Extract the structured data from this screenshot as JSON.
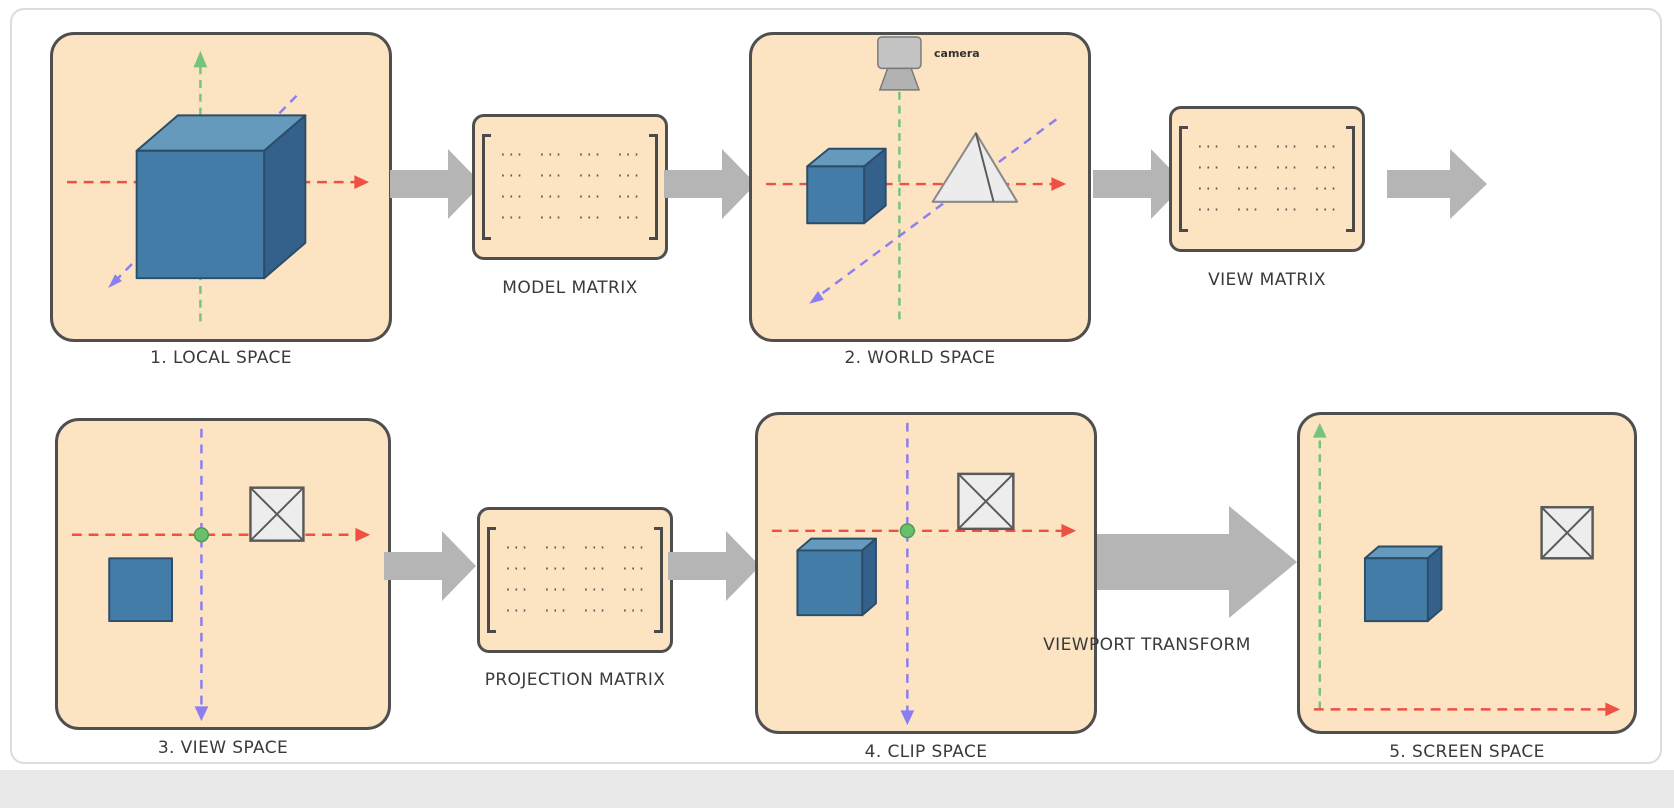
{
  "panels": {
    "local_space": {
      "label": "1. LOCAL SPACE"
    },
    "world_space": {
      "label": "2. WORLD SPACE",
      "camera_label": "camera"
    },
    "view_space": {
      "label": "3. VIEW SPACE"
    },
    "clip_space": {
      "label": "4. CLIP SPACE"
    },
    "screen_space": {
      "label": "5. SCREEN SPACE"
    }
  },
  "matrices": {
    "model": {
      "label": "MODEL MATRIX"
    },
    "view": {
      "label": "VIEW MATRIX"
    },
    "projection": {
      "label": "PROJECTION MATRIX"
    },
    "cell_glyph": "···",
    "rows": 4,
    "cols": 4
  },
  "viewport_transform_label": "VIEWPORT TRANSFORM",
  "flow_sequence": [
    "1. LOCAL SPACE",
    "MODEL MATRIX",
    "2. WORLD SPACE",
    "VIEW MATRIX",
    "3. VIEW SPACE",
    "PROJECTION MATRIX",
    "4. CLIP SPACE",
    "VIEWPORT TRANSFORM",
    "5. SCREEN SPACE"
  ],
  "colors": {
    "panel_fill": "#fce3c2",
    "panel_border": "#4f4f4f",
    "arrow_gray": "#b5b5b5",
    "axis_red": "#ef5044",
    "axis_green": "#76c37c",
    "axis_purple": "#8b7ef0",
    "origin_dot": "#6abf6e",
    "cube_front": "#447ca8",
    "cube_top": "#659abc",
    "cube_side": "#33618c",
    "cube_outline": "#2b4d68",
    "label_text": "#3a3a3a"
  }
}
